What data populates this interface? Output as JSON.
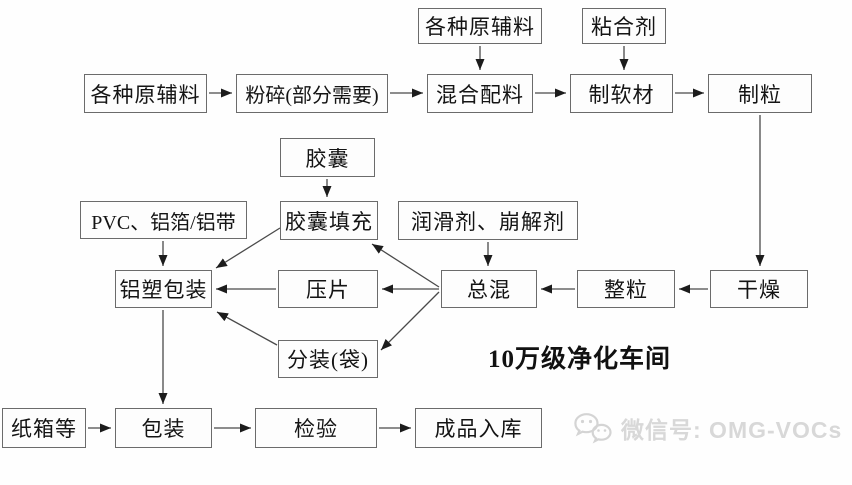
{
  "diagram": {
    "title": "10万级净化车间",
    "watermark_text": "微信号: OMG-VOCs",
    "watermark_icon": "wechat-icon"
  },
  "colors": {
    "box_border": "#6b6b6b",
    "line": "#4a4a4a",
    "text": "#141414",
    "watermark": "#d8d8d8",
    "background": "#fefefe"
  },
  "nodes": {
    "raw_material_top": {
      "label": "各种原辅料"
    },
    "adhesive": {
      "label": "粘合剂"
    },
    "raw_material_left": {
      "label": "各种原辅料"
    },
    "crush": {
      "label": "粉碎(部分需要)"
    },
    "mix_ingredients": {
      "label": "混合配料"
    },
    "make_soft_material": {
      "label": "制软材"
    },
    "make_granules": {
      "label": "制粒"
    },
    "capsule": {
      "label": "胶囊"
    },
    "capsule_filling": {
      "label": "胶囊填充"
    },
    "lubricant_disintegrant": {
      "label": "润滑剂、崩解剂"
    },
    "pvc_foil": {
      "label": "PVC、铝箔/铝带"
    },
    "blister_packaging": {
      "label": "铝塑包装"
    },
    "tablet_pressing": {
      "label": "压片"
    },
    "total_mixing": {
      "label": "总混"
    },
    "granule_sizing": {
      "label": "整粒"
    },
    "drying": {
      "label": "干燥"
    },
    "bag_packing": {
      "label": "分装(袋)"
    },
    "carton": {
      "label": "纸箱等"
    },
    "packaging": {
      "label": "包装"
    },
    "inspection": {
      "label": "检验"
    },
    "warehousing": {
      "label": "成品入库"
    }
  },
  "edges": [
    {
      "from": "raw_material_left",
      "to": "crush"
    },
    {
      "from": "crush",
      "to": "mix_ingredients"
    },
    {
      "from": "raw_material_top",
      "to": "mix_ingredients"
    },
    {
      "from": "mix_ingredients",
      "to": "make_soft_material"
    },
    {
      "from": "adhesive",
      "to": "make_soft_material"
    },
    {
      "from": "make_soft_material",
      "to": "make_granules"
    },
    {
      "from": "make_granules",
      "to": "drying"
    },
    {
      "from": "drying",
      "to": "granule_sizing"
    },
    {
      "from": "granule_sizing",
      "to": "total_mixing"
    },
    {
      "from": "lubricant_disintegrant",
      "to": "total_mixing"
    },
    {
      "from": "capsule",
      "to": "capsule_filling"
    },
    {
      "from": "total_mixing",
      "to": "capsule_filling"
    },
    {
      "from": "total_mixing",
      "to": "tablet_pressing"
    },
    {
      "from": "total_mixing",
      "to": "bag_packing"
    },
    {
      "from": "capsule_filling",
      "to": "blister_packaging"
    },
    {
      "from": "tablet_pressing",
      "to": "blister_packaging"
    },
    {
      "from": "bag_packing",
      "to": "blister_packaging"
    },
    {
      "from": "pvc_foil",
      "to": "blister_packaging"
    },
    {
      "from": "blister_packaging",
      "to": "packaging"
    },
    {
      "from": "carton",
      "to": "packaging"
    },
    {
      "from": "packaging",
      "to": "inspection"
    },
    {
      "from": "inspection",
      "to": "warehousing"
    }
  ]
}
